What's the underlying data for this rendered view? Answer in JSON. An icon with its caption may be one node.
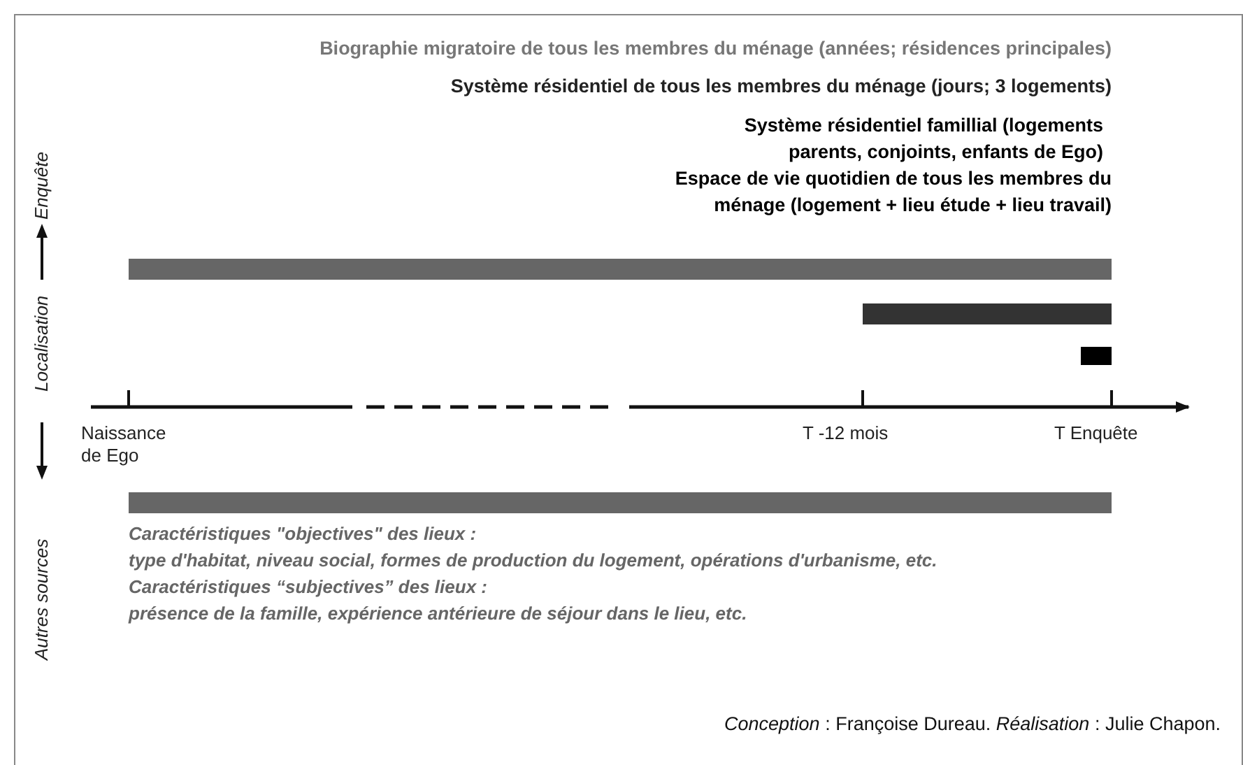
{
  "diagram": {
    "nodes": [
      {
        "text": [],
        "shape": "bar"
      },
      {
        "text": [],
        "shape": "bar"
      },
      {
        "text": [],
        "shape": "bar"
      },
      {
        "text": [],
        "shape": "bar"
      }
    ],
    "caption": "*Conception* : Françoise Dureau. *Réalisation* : Julie Chapon.",
    "labels": [
      "Biographie migratoire de tous les membres  du ménage (années; résidences principales)",
      "Système résidentiel de tous les membres du ménage (jours; 3 logements)",
      "Système résidentiel famillial (logements parents, conjoints, enfants de Ego)",
      "Espace de vie quotidien de tous les membres du ménage (logement + lieu étude + lieu travail)",
      "Enquête",
      "Localisation",
      "Autres sources",
      "Naissance de Ego",
      "T -12 mois",
      "T Enquête",
      "Caractéristiques \"objectives\" des lieux :",
      "type d'habitat, niveau social, formes de production du logement, opérations d'urbanisme, etc.",
      "Caractéristiques “subjectives” des lieux :",
      "présence de la famille, expérience antérieure de séjour dans le lieu, etc."
    ]
  }
}
